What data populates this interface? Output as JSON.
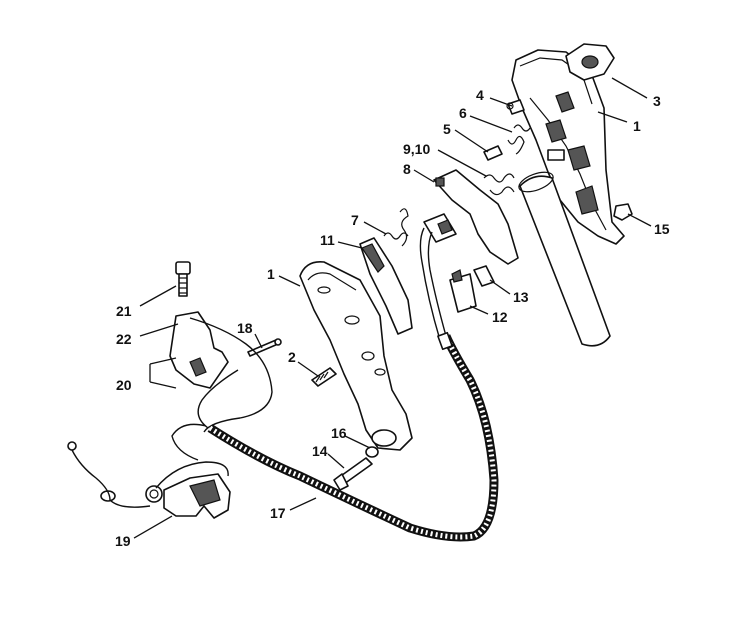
{
  "callouts": [
    "1",
    "3",
    "4",
    "6",
    "5",
    "9,10",
    "8",
    "15",
    "7",
    "11",
    "1",
    "13",
    "12",
    "21",
    "22",
    "18",
    "2",
    "20",
    "16",
    "14",
    "17",
    "19"
  ]
}
